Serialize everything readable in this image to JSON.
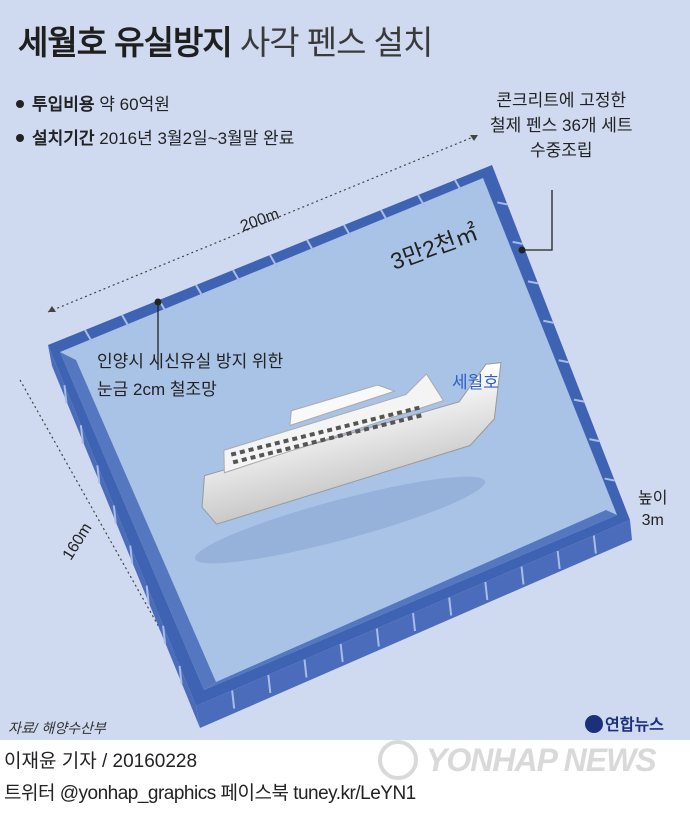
{
  "title": {
    "bold": "세월호 유실방지",
    "light": "사각 펜스 설치"
  },
  "bullets": [
    {
      "label": "투입비용",
      "value": "약 60억원"
    },
    {
      "label": "설치기간",
      "value": "2016년 3월2일~3월말 완료"
    }
  ],
  "annotations": {
    "fence_desc": [
      "콘크리트에 고정한",
      "철제 펜스 36개 세트",
      "수중조립"
    ],
    "net_desc": [
      "인양시 시신유실 방지 위한",
      "눈금 2cm 철조망"
    ],
    "area": "3만2천㎡",
    "width": "200m",
    "length": "160m",
    "height_label": "높이",
    "height_value": "3m",
    "ship_name": "세월호"
  },
  "colors": {
    "background": "#cfdaf0",
    "fence": "#3356a8",
    "water": "#a9c3e6",
    "ship": "#eeeeee",
    "ship_label": "#2f5fc4"
  },
  "source": "자료/ 해양수산부",
  "logo": "연합뉴스",
  "footer": {
    "credit": "이재윤 기자 / 20160228",
    "sns": "트위터 @yonhap_graphics  페이스북 tuney.kr/LeYN1",
    "watermark": "YONHAP NEWS"
  }
}
